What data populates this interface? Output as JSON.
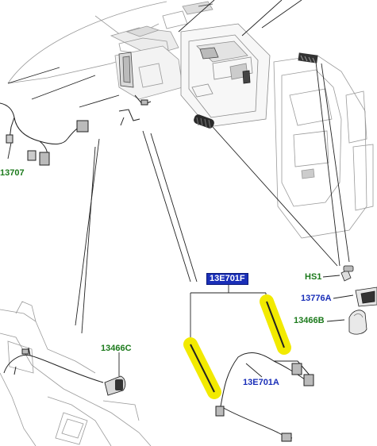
{
  "callouts": {
    "c13707": "13707",
    "c13e701f": "13E701F",
    "chs1": "HS1",
    "c13776a": "13776A",
    "c13466b": "13466B",
    "c13466c": "13466C",
    "c13e701a": "13E701A"
  },
  "colors": {
    "line": "#222222",
    "faint": "#9a9a9a",
    "green_label": "#1c7a1c",
    "blue_label": "#1a2fb8",
    "highlight": "#f2ea00"
  }
}
